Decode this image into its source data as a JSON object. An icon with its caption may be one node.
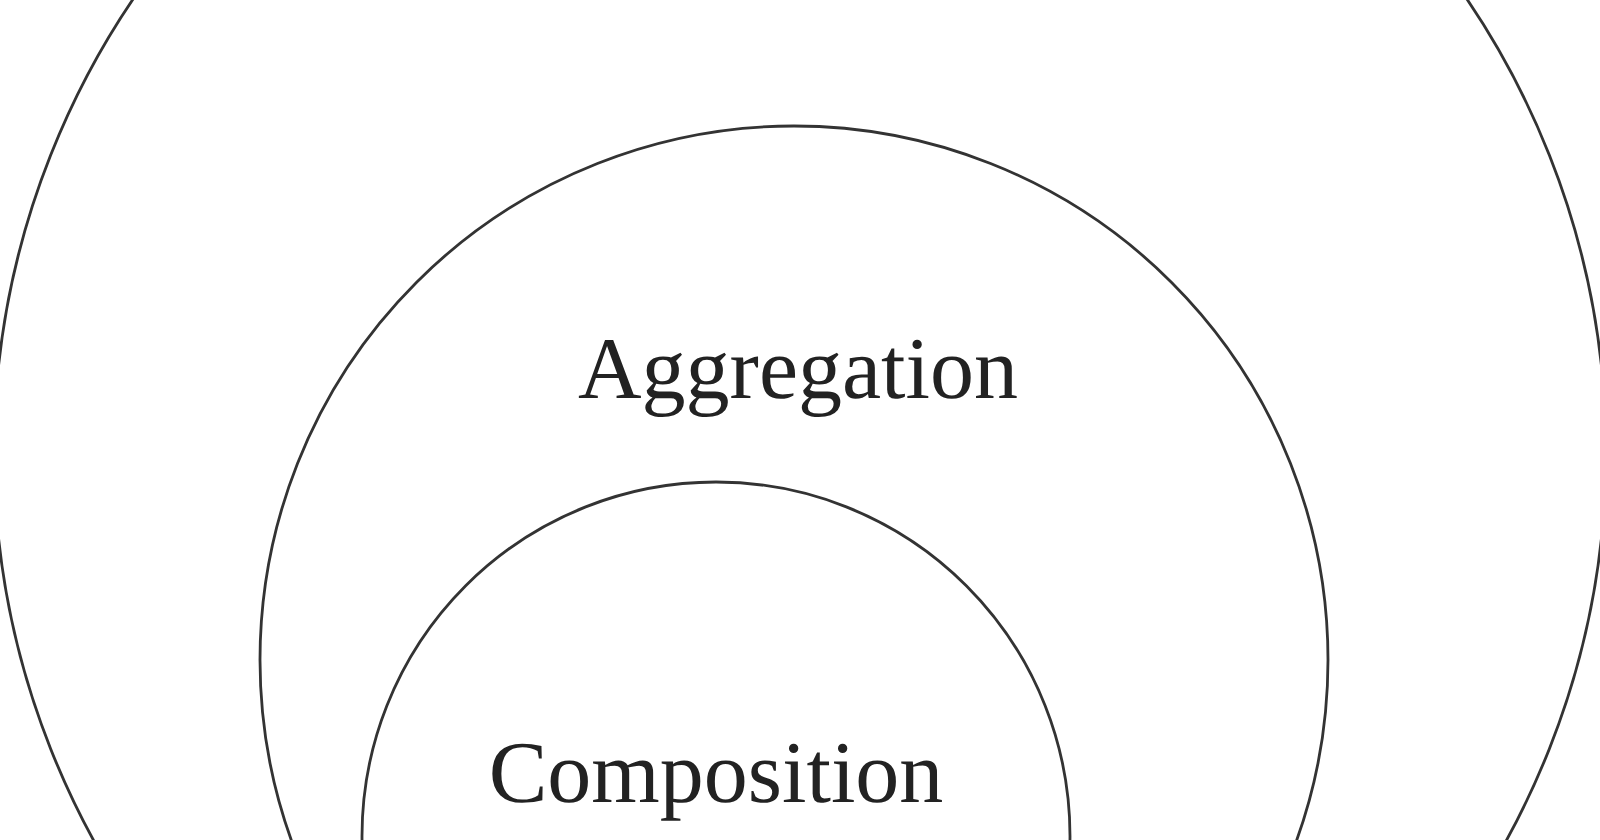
{
  "diagram": {
    "nodes": [
      {
        "text": [],
        "shape": "circle"
      },
      {
        "text": [
          "Aggregation"
        ],
        "in": 0
      },
      {
        "text": [
          "Composition"
        ],
        "in": 1
      }
    ]
  }
}
